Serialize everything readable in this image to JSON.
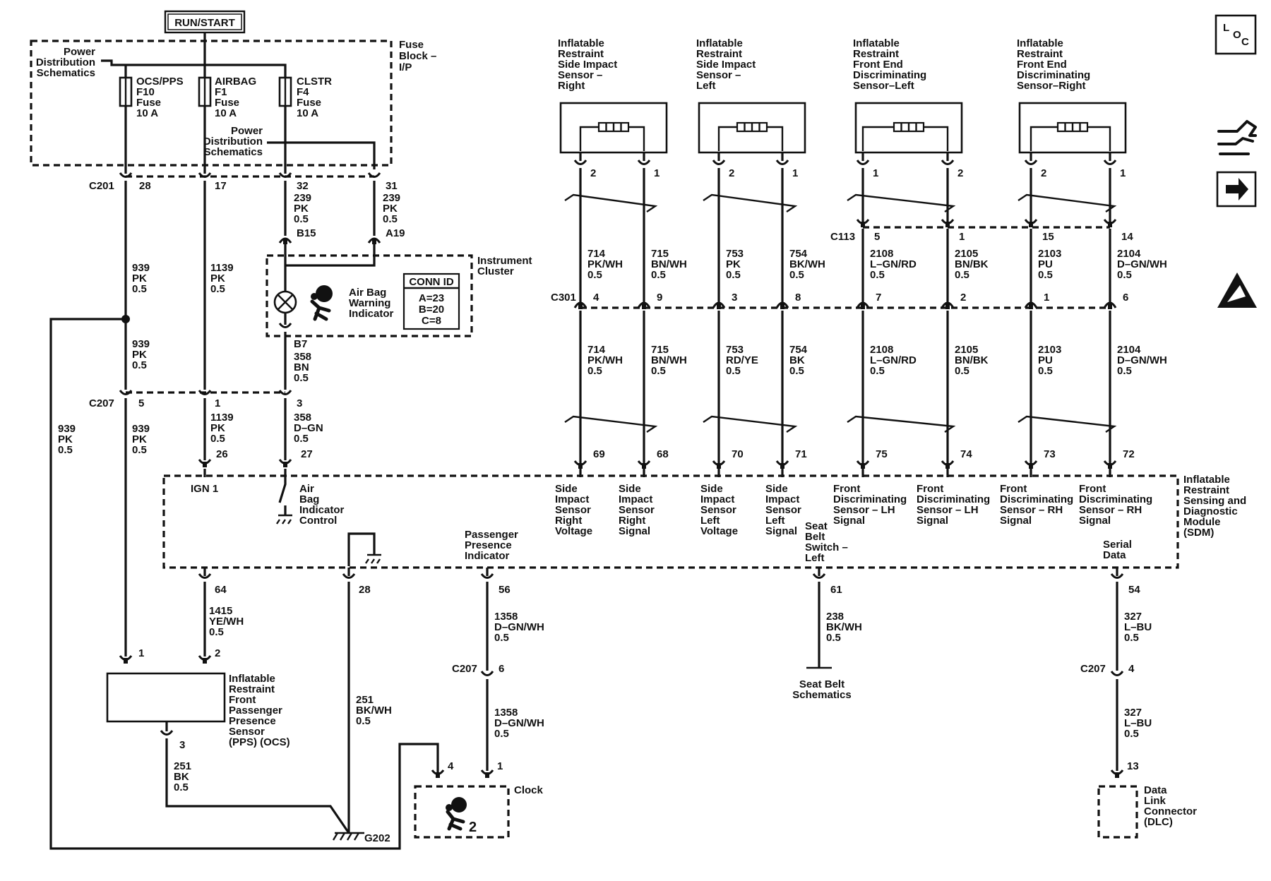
{
  "header": {
    "run_start": "RUN/START"
  },
  "icons": {
    "loc": [
      "L",
      "O",
      "C"
    ],
    "hand_icon": "hand-pointing-icon",
    "arrow_icon": "arrow-right-icon",
    "esd_icon": "esd-warning-icon"
  },
  "fuse_block": {
    "label": [
      "Fuse",
      "Block –",
      "I/P"
    ],
    "pd_schematics_top": [
      "Power",
      "Distribution",
      "Schematics"
    ],
    "pd_schematics_mid": [
      "Power",
      "Distribution",
      "Schematics"
    ],
    "fuses": [
      {
        "name": "OCS/PPS",
        "id": "F10",
        "type": "Fuse",
        "rating": "10 A"
      },
      {
        "name": "AIRBAG",
        "id": "F1",
        "type": "Fuse",
        "rating": "10 A"
      },
      {
        "name": "CLSTR",
        "id": "F4",
        "type": "Fuse",
        "rating": "10 A"
      }
    ]
  },
  "c201": {
    "label": "C201",
    "pins": [
      "28",
      "17",
      "32",
      "31"
    ]
  },
  "wires_upper": {
    "w239a": [
      "239",
      "PK",
      "0.5"
    ],
    "w239b": [
      "239",
      "PK",
      "0.5"
    ],
    "b15": "B15",
    "a19": "A19",
    "w939_1": [
      "939",
      "PK",
      "0.5"
    ],
    "w1139_1": [
      "1139",
      "PK",
      "0.5"
    ],
    "w939_2": [
      "939",
      "PK",
      "0.5"
    ],
    "b7": "B7",
    "w358bn": [
      "358",
      "BN",
      "0.5"
    ]
  },
  "cluster": {
    "label": [
      "Instrument",
      "Cluster"
    ],
    "indicator": [
      "Air Bag",
      "Warning",
      "Indicator"
    ],
    "conn_id_title": "CONN ID",
    "conn_id": [
      "A=23",
      "B=20",
      "C=8"
    ]
  },
  "c207_left": {
    "label": "C207",
    "pins": [
      "5",
      "1",
      "3"
    ]
  },
  "wires_mid": {
    "w939_left": [
      "939",
      "PK",
      "0.5"
    ],
    "w939_c": [
      "939",
      "PK",
      "0.5"
    ],
    "w1139_2": [
      "1139",
      "PK",
      "0.5"
    ],
    "w358dgn": [
      "358",
      "D–GN",
      "0.5"
    ],
    "p26": "26",
    "p27": "27"
  },
  "sensors": [
    {
      "name": [
        "Inflatable",
        "Restraint",
        "Side Impact",
        "Sensor –",
        "Right"
      ],
      "pins": [
        "2",
        "1"
      ]
    },
    {
      "name": [
        "Inflatable",
        "Restraint",
        "Side Impact",
        "Sensor –",
        "Left"
      ],
      "pins": [
        "2",
        "1"
      ]
    },
    {
      "name": [
        "Inflatable",
        "Restraint",
        "Front End",
        "Discriminating",
        "Sensor–Left"
      ],
      "pins": [
        "1",
        "2"
      ]
    },
    {
      "name": [
        "Inflatable",
        "Restraint",
        "Front End",
        "Discriminating",
        "Sensor–Right"
      ],
      "pins": [
        "2",
        "1"
      ]
    }
  ],
  "c113": {
    "label": "C113",
    "pins": [
      "5",
      "1",
      "15",
      "14"
    ]
  },
  "c301": {
    "label": "C301",
    "pins": [
      "4",
      "9",
      "3",
      "8",
      "7",
      "2",
      "1",
      "6"
    ]
  },
  "sensor_wires_top": [
    [
      "714",
      "PK/WH",
      "0.5"
    ],
    [
      "715",
      "BN/WH",
      "0.5"
    ],
    [
      "753",
      "PK",
      "0.5"
    ],
    [
      "754",
      "BK/WH",
      "0.5"
    ],
    [
      "2108",
      "L–GN/RD",
      "0.5"
    ],
    [
      "2105",
      "BN/BK",
      "0.5"
    ],
    [
      "2103",
      "PU",
      "0.5"
    ],
    [
      "2104",
      "D–GN/WH",
      "0.5"
    ]
  ],
  "sensor_wires_bottom": [
    [
      "714",
      "PK/WH",
      "0.5"
    ],
    [
      "715",
      "BN/WH",
      "0.5"
    ],
    [
      "753",
      "RD/YE",
      "0.5"
    ],
    [
      "754",
      "BK",
      "0.5"
    ],
    [
      "2108",
      "L–GN/RD",
      "0.5"
    ],
    [
      "2105",
      "BN/BK",
      "0.5"
    ],
    [
      "2103",
      "PU",
      "0.5"
    ],
    [
      "2104",
      "D–GN/WH",
      "0.5"
    ]
  ],
  "sdm": {
    "label": [
      "Inflatable",
      "Restraint",
      "Sensing and",
      "Diagnostic",
      "Module",
      "(SDM)"
    ],
    "top_pins": [
      "69",
      "68",
      "70",
      "71",
      "75",
      "74",
      "73",
      "72"
    ],
    "ign": "IGN 1",
    "airbag_ctrl": [
      "Air",
      "Bag",
      "Indicator",
      "Control"
    ],
    "signals": [
      [
        "Side",
        "Impact",
        "Sensor",
        "Right",
        "Voltage"
      ],
      [
        "Side",
        "Impact",
        "Sensor",
        "Right",
        "Signal"
      ],
      [
        "Side",
        "Impact",
        "Sensor",
        "Left",
        "Voltage"
      ],
      [
        "Side",
        "Impact",
        "Sensor",
        "Left",
        "Signal"
      ],
      [
        "Front",
        "Discriminating",
        "Sensor – LH",
        "Signal"
      ],
      [
        "Front",
        "Discriminating",
        "Sensor – LH",
        "Signal"
      ],
      [
        "Front",
        "Discriminating",
        "Sensor – RH",
        "Signal"
      ],
      [
        "Front",
        "Discriminating",
        "Sensor – RH",
        "Signal"
      ]
    ],
    "ppi": [
      "Passenger",
      "Presence",
      "Indicator"
    ],
    "seat_belt": [
      "Seat",
      "Belt",
      "Switch –",
      "Left"
    ],
    "serial": [
      "Serial",
      "Data"
    ],
    "bottom_pins": [
      "64",
      "28",
      "56",
      "61",
      "54"
    ]
  },
  "lower": {
    "w1415": [
      "1415",
      "YE/WH",
      "0.5"
    ],
    "w1358a": [
      "1358",
      "D–GN/WH",
      "0.5"
    ],
    "w1358b": [
      "1358",
      "D–GN/WH",
      "0.5"
    ],
    "w238": [
      "238",
      "BK/WH",
      "0.5"
    ],
    "w327a": [
      "327",
      "L–BU",
      "0.5"
    ],
    "w327b": [
      "327",
      "L–BU",
      "0.5"
    ],
    "w251bkwh": [
      "251",
      "BK/WH",
      "0.5"
    ],
    "w251bk": [
      "251",
      "BK",
      "0.5"
    ],
    "c207_b_label": "C207",
    "c207_b_pin": "6",
    "c207_c_label": "C207",
    "c207_c_pin": "4",
    "ppsp1": "1",
    "ppsp2": "2",
    "ppsp3": "3",
    "clockp4": "4",
    "clockp1": "1",
    "dlcp13": "13",
    "seat_belt_schem": [
      "Seat Belt",
      "Schematics"
    ],
    "pps": [
      "Inflatable",
      "Restraint",
      "Front",
      "Passenger",
      "Presence",
      "Sensor",
      "(PPS) (OCS)"
    ],
    "clock": "Clock",
    "clock_num": "2",
    "dlc": [
      "Data",
      "Link",
      "Connector",
      "(DLC)"
    ],
    "g202": "G202"
  }
}
